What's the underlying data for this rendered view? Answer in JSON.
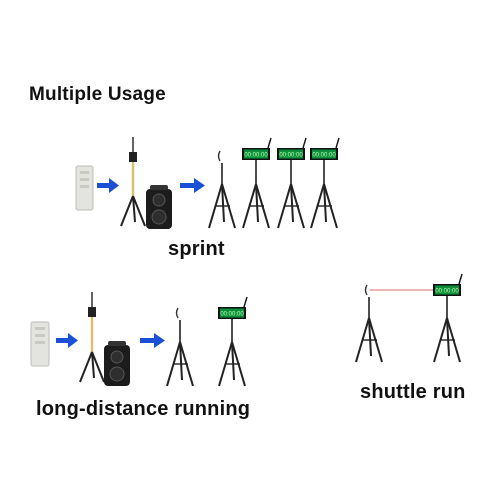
{
  "heading": "Multiple Usage",
  "scenes": {
    "sprint": {
      "label": "sprint"
    },
    "long_distance": {
      "label": "long-distance running"
    },
    "shuttle": {
      "label": "shuttle run"
    }
  },
  "display_readout": "00:00:00",
  "colors": {
    "arrow": "#1a4fd6",
    "display_bg": "#0b8f3a",
    "display_text": "#b9ffb0",
    "laser_beam": "#e89a9a",
    "tripod": "#222222",
    "remote_body": "#e3e4df"
  },
  "icons": [
    "remote-control-icon",
    "arrow-right-icon",
    "tripod-antenna-icon",
    "speaker-case-icon",
    "sensor-tripod-icon",
    "timer-display-tripod-icon",
    "laser-beam-icon"
  ]
}
